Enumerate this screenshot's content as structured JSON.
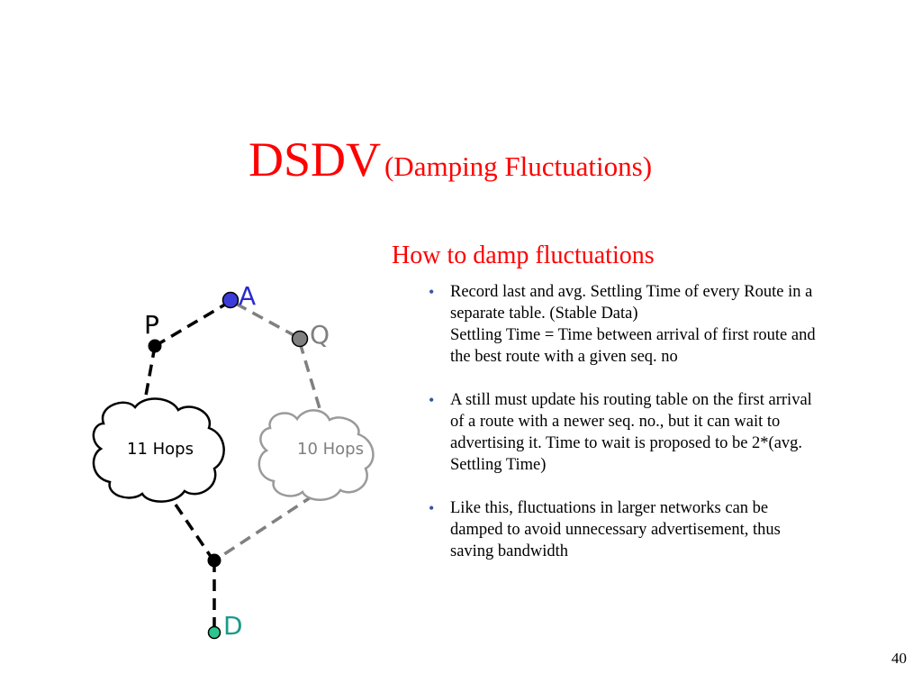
{
  "title": {
    "main": "DSDV",
    "sub": "(Damping Fluctuations)"
  },
  "section_title": "How to damp fluctuations",
  "bullets": [
    {
      "lines": [
        "Record last and avg. Settling Time of every Route in a",
        "separate table. (Stable Data)",
        "Settling Time = Time between arrival of first route and",
        "the best route with a given seq. no"
      ]
    },
    {
      "lines": [
        "A still must update his routing table on the first arrival",
        "of a route with a newer seq. no., but it can wait to",
        "advertising it. Time to wait is proposed to be 2*(avg.",
        "Settling Time)"
      ]
    },
    {
      "lines": [
        "Like this, fluctuations in larger networks can be",
        "damped to avoid unnecessary advertisement, thus",
        "saving bandwidth"
      ]
    }
  ],
  "diagram": {
    "nodes": {
      "A": "A",
      "P": "P",
      "Q": "Q",
      "D": "D"
    },
    "clouds": {
      "left": "11 Hops",
      "right": "10 Hops"
    },
    "colors": {
      "A": "#3b3bd9",
      "Q": "#808080",
      "D": "#2ec48f",
      "P": "#000000",
      "relay": "#000000",
      "gray_path": "#808080",
      "label_A": "#2a2acf",
      "label_D": "#1a9a8a"
    }
  },
  "page_number": "40"
}
